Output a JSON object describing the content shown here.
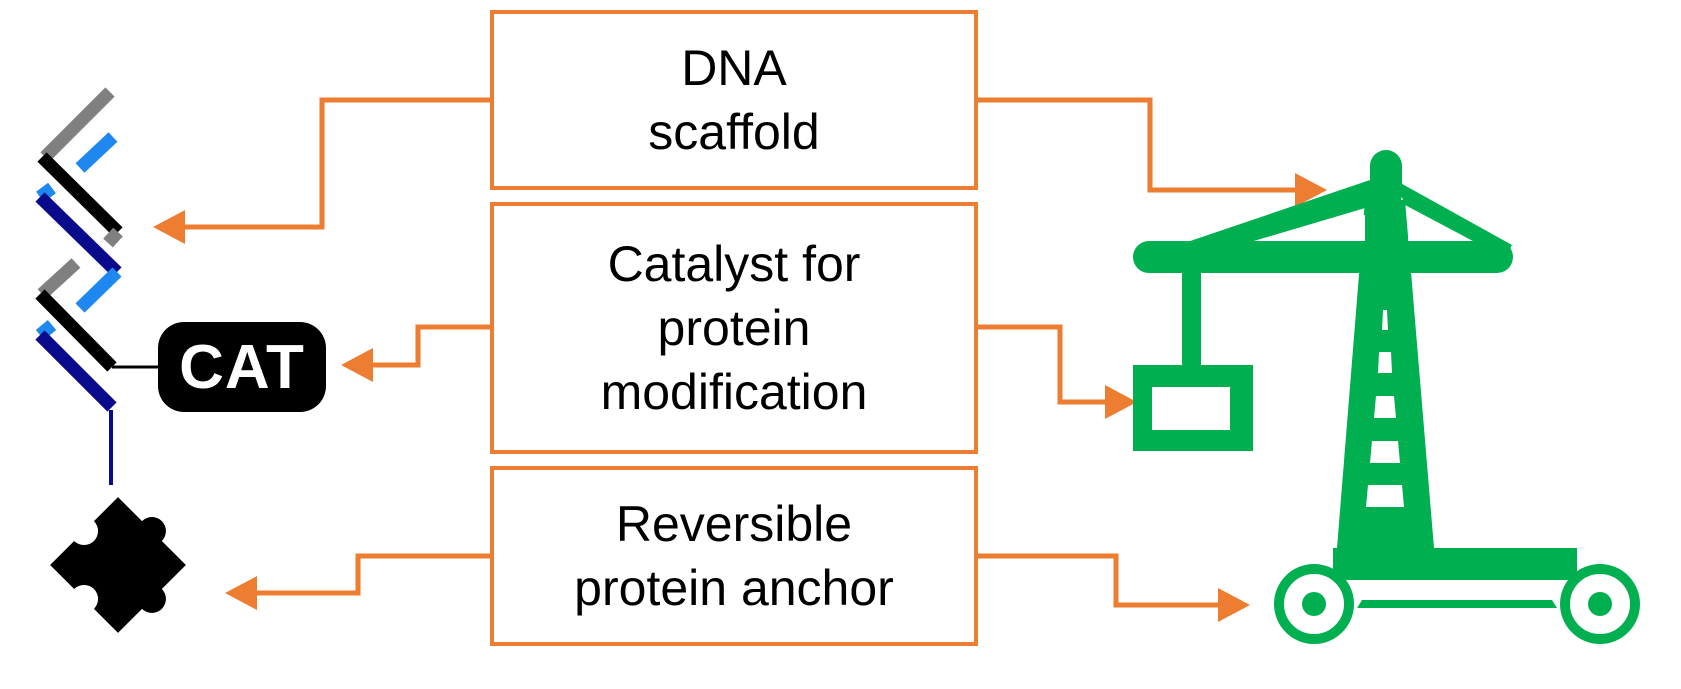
{
  "diagram": {
    "boxes": [
      {
        "id": "dna-scaffold",
        "label": "DNA\nscaffold"
      },
      {
        "id": "catalyst",
        "label": "Catalyst for\nprotein\nmodification"
      },
      {
        "id": "anchor",
        "label": "Reversible\nprotein anchor"
      }
    ],
    "left_icons": {
      "dna_strands": "dna-scaffold-icon",
      "catalyst_label": "CAT",
      "puzzle": "puzzle-piece-icon"
    },
    "right_icon": "crane-icon",
    "colors": {
      "connector": "#ED7D31",
      "crane": "#00B050",
      "dna_gray": "#808080",
      "dna_light_blue": "#1E88F0",
      "dna_dark_blue": "#0A0A8C",
      "dna_black": "#000000"
    },
    "connections": [
      {
        "from": "dna-scaffold",
        "to": "dna-scaffold-icon"
      },
      {
        "from": "dna-scaffold",
        "to": "crane-jib"
      },
      {
        "from": "catalyst",
        "to": "cat-label"
      },
      {
        "from": "catalyst",
        "to": "crane-load"
      },
      {
        "from": "anchor",
        "to": "puzzle-piece-icon"
      },
      {
        "from": "anchor",
        "to": "crane-wheels"
      }
    ]
  }
}
